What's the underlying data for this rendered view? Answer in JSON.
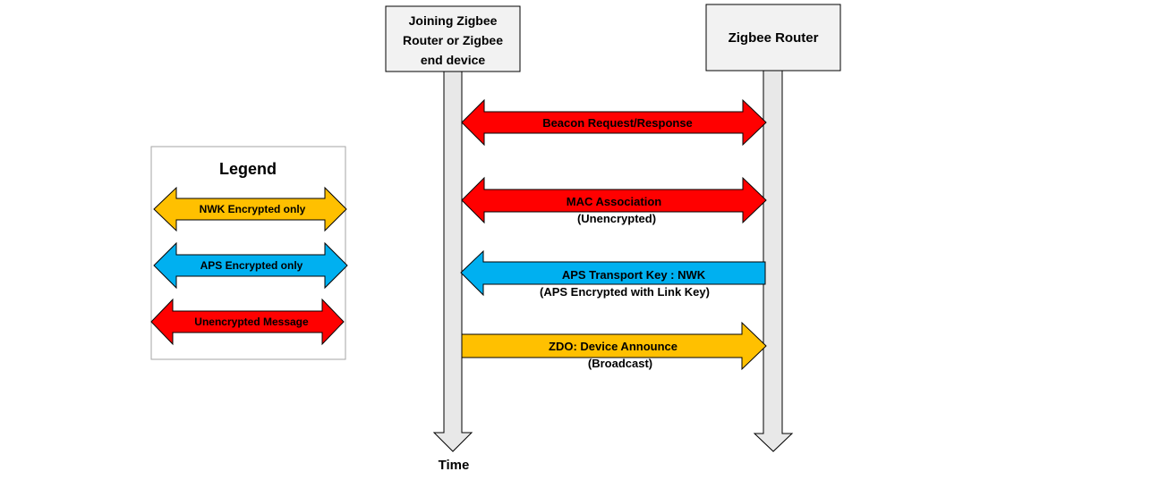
{
  "participants": {
    "joining": {
      "lines": [
        "Joining Zigbee",
        "Router or Zigbee",
        "end device"
      ]
    },
    "router": {
      "label": "Zigbee Router"
    }
  },
  "time_label": "Time",
  "legend": {
    "title": "Legend",
    "items": [
      {
        "label": "NWK Encrypted only",
        "color": "#FFC000"
      },
      {
        "label": "APS Encrypted only",
        "color": "#00B0F0"
      },
      {
        "label": "Unencrypted Message",
        "color": "#FF0000"
      }
    ]
  },
  "messages": [
    {
      "label": "Beacon Request/Response",
      "sublabel": "",
      "direction": "both",
      "encryption": "Unencrypted Message",
      "color": "#FF0000"
    },
    {
      "label": "MAC Association",
      "sublabel": "(Unencrypted)",
      "direction": "both",
      "encryption": "Unencrypted Message",
      "color": "#FF0000"
    },
    {
      "label": "APS Transport Key : NWK",
      "sublabel": "(APS Encrypted with Link Key)",
      "direction": "to-joining",
      "encryption": "APS Encrypted only",
      "color": "#00B0F0"
    },
    {
      "label": "ZDO: Device Announce",
      "sublabel": "(Broadcast)",
      "direction": "to-router",
      "encryption": "NWK Encrypted only",
      "color": "#FFC000"
    }
  ],
  "colors": {
    "lifeline_fill": "#E8E8E8",
    "box_fill": "#F2F2F2",
    "outline": "#000000"
  }
}
